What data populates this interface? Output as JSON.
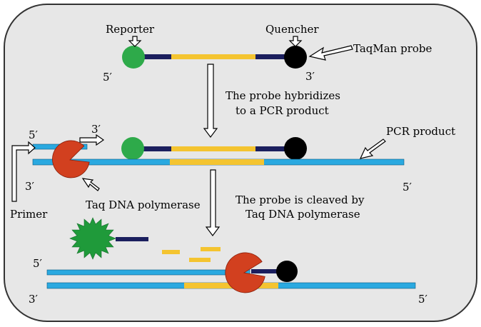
{
  "labels": {
    "reporter": "Reporter",
    "quencher": "Quencher",
    "taqman_probe": "TaqMan probe",
    "step1_line1": "The probe hybridizes",
    "step1_line2": "to a PCR product",
    "pcr_product": "PCR product",
    "primer": "Primer",
    "taq_polymerase": "Taq DNA polymerase",
    "step2_line1": "The probe is cleaved by",
    "step2_line2": "Taq DNA polymerase",
    "five_prime": "5′",
    "three_prime": "3′"
  },
  "colors": {
    "panel_fill": "#e7e7e7",
    "panel_stroke": "#333333",
    "strand_blue": "#2aa9e0",
    "probe_yellow": "#f4c430",
    "probe_navy": "#1b1f5e",
    "reporter_green": "#2eaa4a",
    "starburst_green": "#1f9a3a",
    "quencher_black": "#000000",
    "polymerase_red": "#d2401f"
  },
  "icons": {
    "reporter": "green-reporter-dye-circle",
    "quencher": "black-quencher-circle",
    "polymerase": "pacman-polymerase-shape",
    "released_reporter": "green-starburst",
    "arrows": "hollow-block-arrows"
  }
}
